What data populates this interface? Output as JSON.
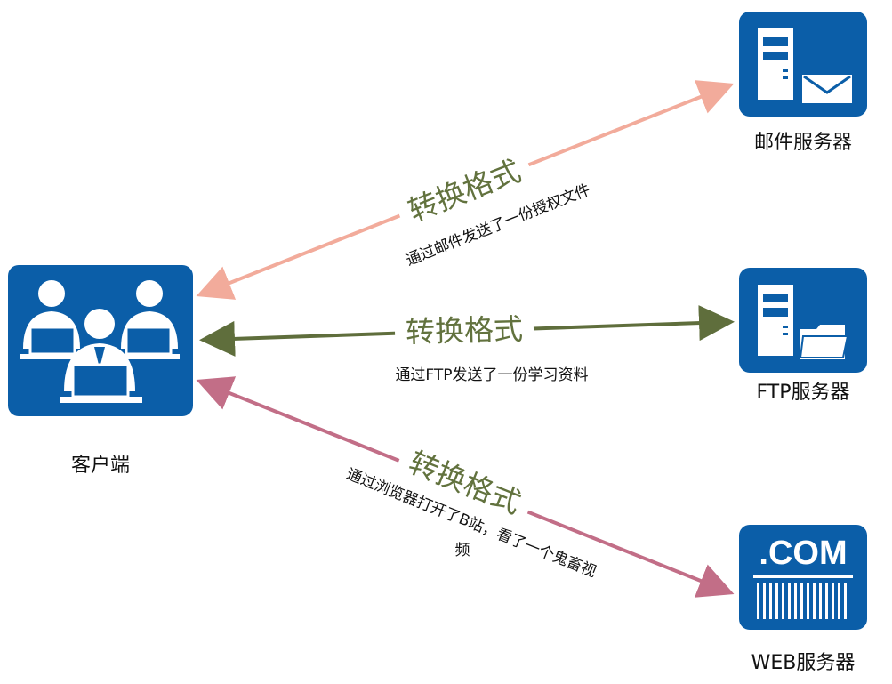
{
  "nodes": {
    "client": {
      "label": "客户端"
    },
    "mail_server": {
      "label": "邮件服务器"
    },
    "ftp_server": {
      "label": "FTP服务器"
    },
    "web_server": {
      "label": "WEB服务器",
      "icon_text": ".COM"
    }
  },
  "edges": {
    "mail": {
      "label": "转换格式",
      "sublabel": "通过邮件发送了一份授权文件",
      "color": "#f2ab9b"
    },
    "ftp": {
      "label": "转换格式",
      "sublabel": "通过FTP发送了一份学习资料",
      "color": "#5f6e3c"
    },
    "web": {
      "label": "转换格式",
      "sublabel_line1": "通过浏览器打开了B站，看了一个鬼畜视",
      "sublabel_line2": "频",
      "color": "#c26e87"
    }
  },
  "colors": {
    "icon_blue": "#0b5ea8",
    "label_green": "#62723e"
  }
}
